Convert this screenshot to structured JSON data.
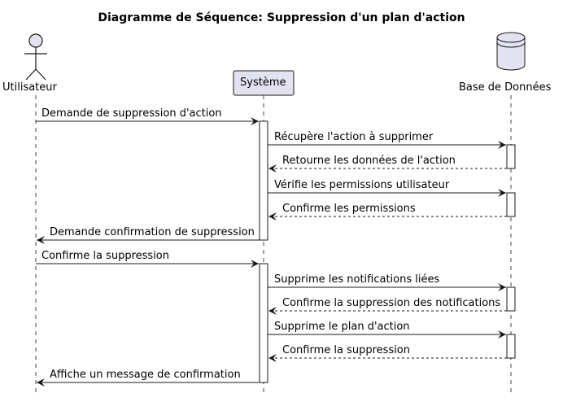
{
  "title": "Diagramme de Séquence: Suppression d'un plan d'action",
  "participants": {
    "user": "Utilisateur",
    "system": "Système",
    "db": "Base de Données"
  },
  "messages": [
    "Demande de suppression d'action",
    "Récupère l'action à supprimer",
    "Retourne les données de l'action",
    "Vérifie les permissions utilisateur",
    "Confirme les permissions",
    "Demande confirmation de suppression",
    "Confirme la suppression",
    "Supprime les notifications liées",
    "Confirme la suppression des notifications",
    "Supprime le plan d'action",
    "Confirme la suppression",
    "Affiche un message de confirmation"
  ],
  "colors": {
    "participant_fill": "#e2e2f0",
    "participant_border": "#181818",
    "line": "#181818",
    "activation_fill": "#ffffff"
  }
}
